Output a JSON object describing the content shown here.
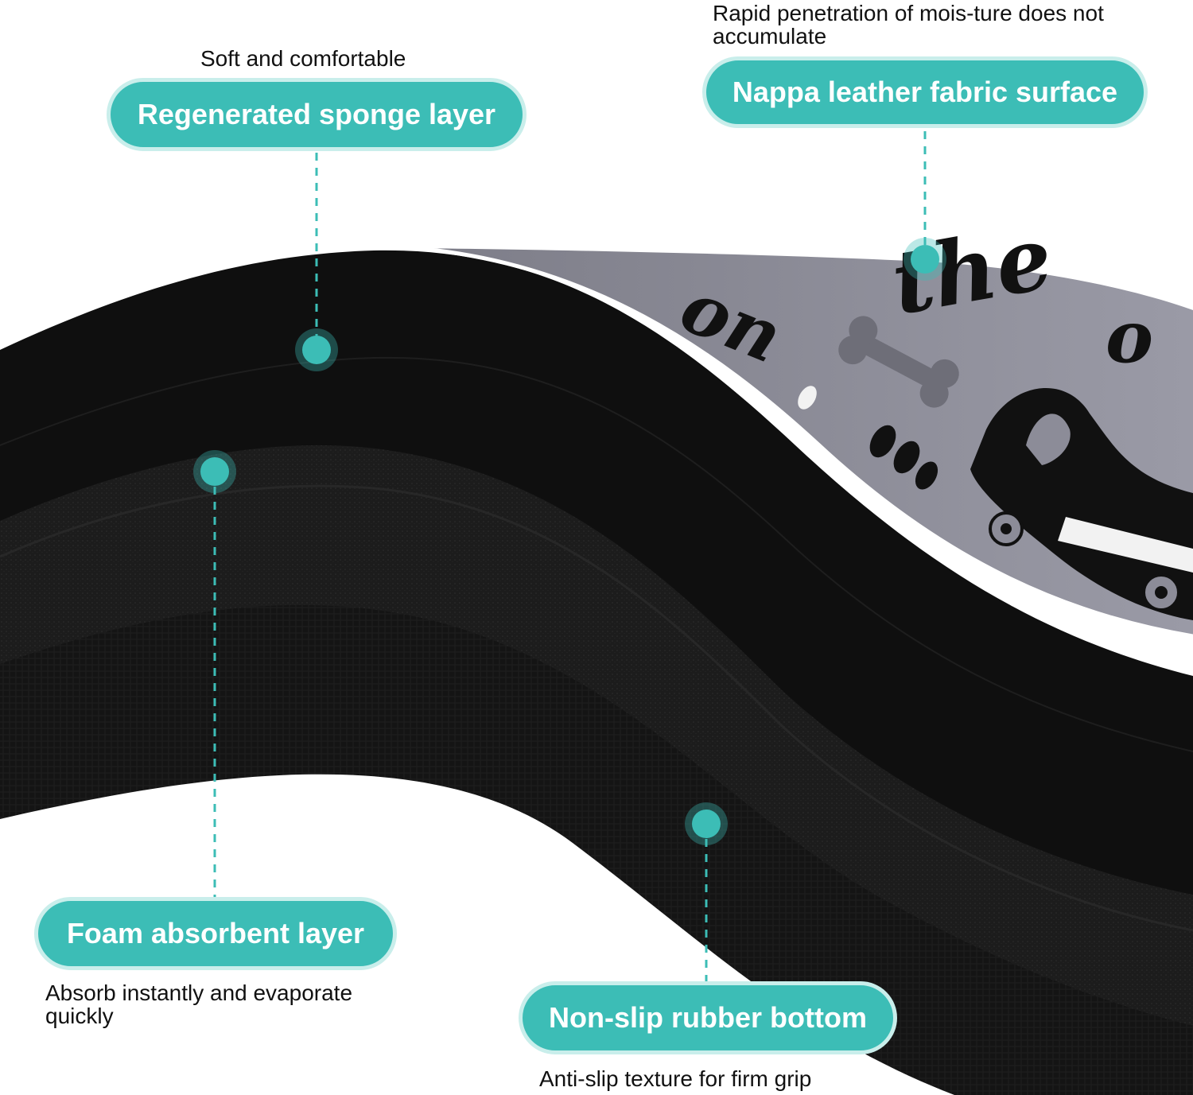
{
  "colors": {
    "accent": "#3cbdb6",
    "accent_glow": "#c9eeeb",
    "surface_gray": "#8c8c98",
    "layer_black": "#111111"
  },
  "callouts": {
    "sponge": {
      "title": "Regenerated sponge layer",
      "caption": "Soft and comfortable"
    },
    "nappa": {
      "title": "Nappa leather fabric surface",
      "caption": "Rapid penetration of mois-ture does not accumulate"
    },
    "foam": {
      "title": "Foam absorbent layer",
      "caption": "Absorb instantly and evaporate quickly"
    },
    "rubber": {
      "title": "Non-slip rubber bottom",
      "caption": "Anti-slip texture for firm grip"
    }
  },
  "print_text": {
    "word_1": "the",
    "word_2": "on",
    "word_3": "o"
  }
}
